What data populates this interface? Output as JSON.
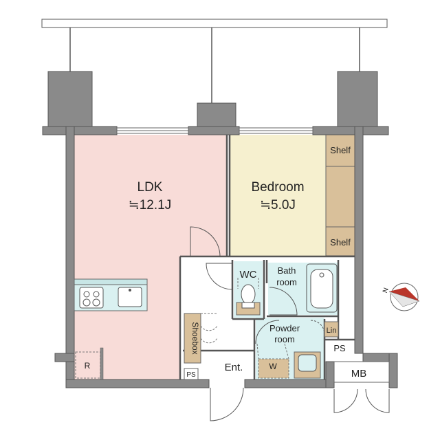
{
  "rooms": {
    "ldk": {
      "name": "LDK",
      "area": "≒12.1J"
    },
    "bedroom": {
      "name": "Bedroom",
      "area": "≒5.0J"
    },
    "wc": {
      "name": "WC"
    },
    "bath": {
      "line1": "Bath",
      "line2": "room"
    },
    "powder": {
      "line1": "Powder",
      "line2": "room"
    },
    "entrance": {
      "name": "Ent."
    }
  },
  "fixtures": {
    "shelf_top": "Shelf",
    "shelf_bottom": "Shelf",
    "shoebox": "Shoebox",
    "refrigerator": "R",
    "washer": "W",
    "linen": "Lin",
    "ps_entrance": "PS",
    "ps_corridor": "PS",
    "meter_box": "MB"
  },
  "compass": {
    "north_label": "N"
  },
  "colors": {
    "wall": "#8a8a8a",
    "ldk_floor": "#f8dcd8",
    "bedroom_floor": "#f6f0cf",
    "wet_area_floor": "#daf1f1",
    "storage": "#d9c09a",
    "compass_accent": "#b9362b"
  }
}
